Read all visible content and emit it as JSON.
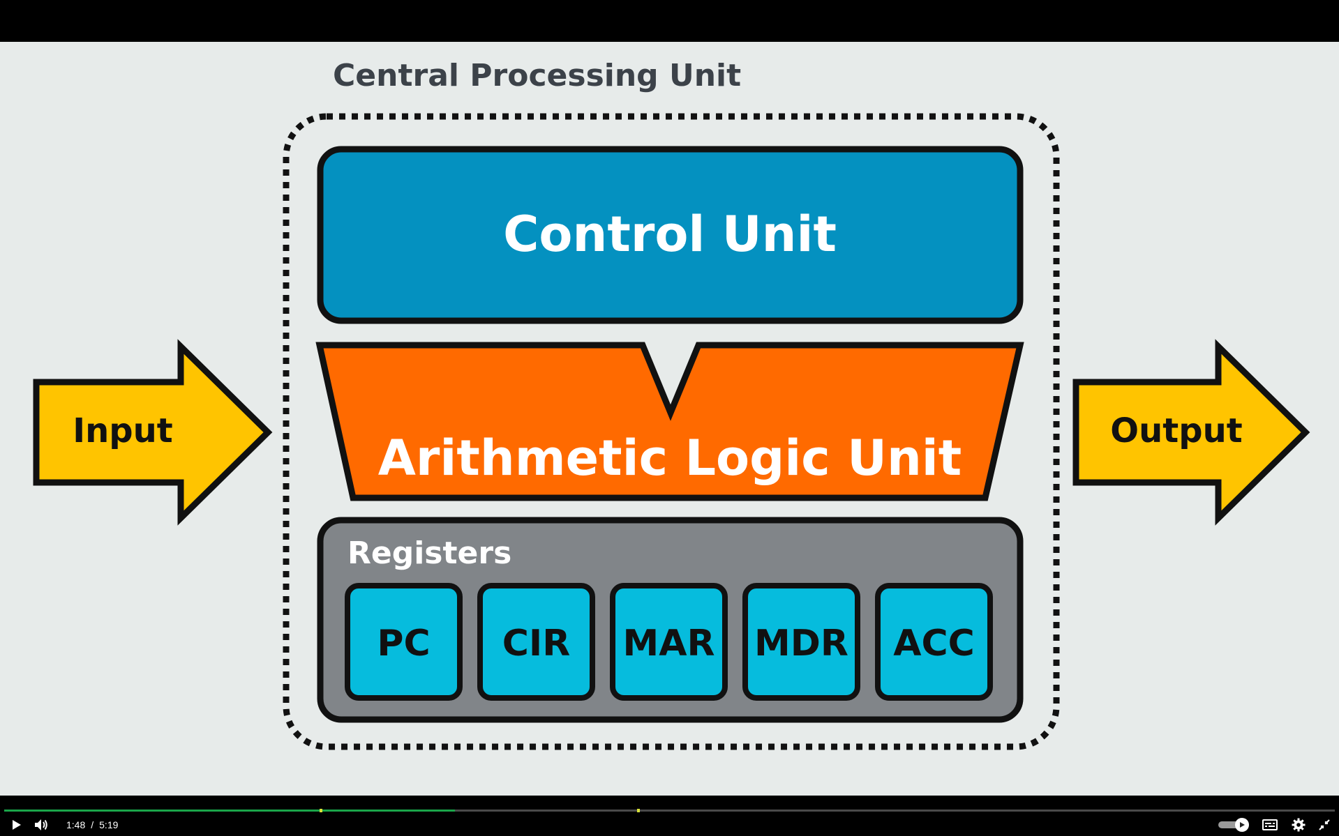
{
  "diagram": {
    "title": "Central Processing Unit",
    "control_unit_label": "Control Unit",
    "alu_label": "Arithmetic Logic Unit",
    "registers_label": "Registers",
    "registers": [
      "PC",
      "CIR",
      "MAR",
      "MDR",
      "ACC"
    ],
    "input_label": "Input",
    "output_label": "Output",
    "colors": {
      "background": "#e7ebea",
      "control_unit": "#0491c0",
      "alu": "#ff6a00",
      "registers_panel": "#818589",
      "register_box": "#06bcdd",
      "arrows": "#ffc400",
      "title_text": "#3c4249"
    }
  },
  "player": {
    "current_time": "1:48",
    "separator": "/",
    "duration": "5:19",
    "progress_fraction": 0.3385,
    "buffered_fraction": 0.333,
    "icons": {
      "play": "play-icon",
      "volume": "volume-icon",
      "autoplay": "autoplay-toggle",
      "captions": "captions-icon",
      "settings": "gear-icon",
      "fullscreen_exit": "exit-fullscreen-icon"
    }
  }
}
